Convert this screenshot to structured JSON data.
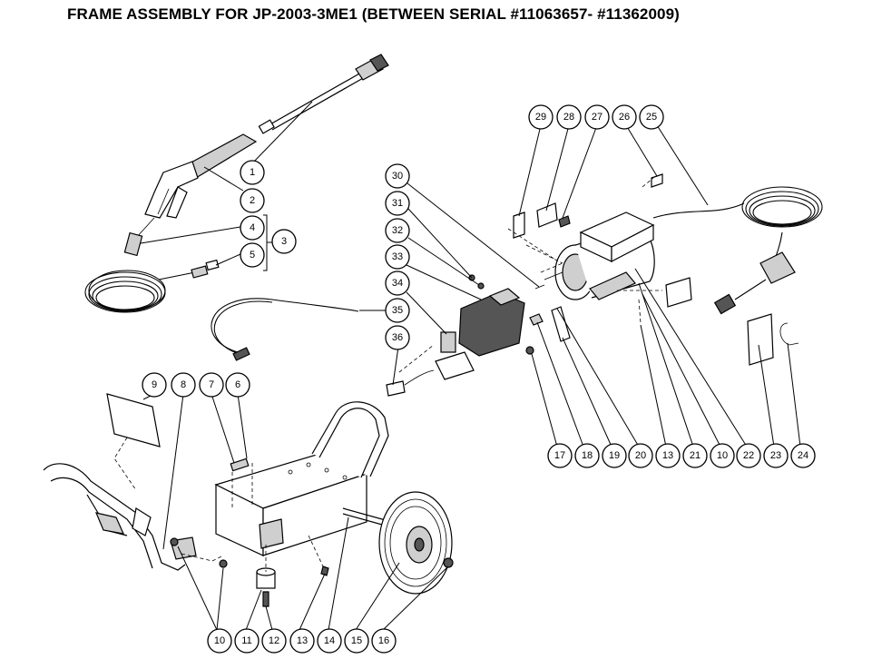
{
  "title": "FRAME ASSEMBLY FOR JP-2003-3ME1 (BETWEEN SERIAL #11063657- #11362009)",
  "callouts": {
    "c1": "1",
    "c2": "2",
    "c3": "3",
    "c4": "4",
    "c5": "5",
    "c6": "6",
    "c7": "7",
    "c8": "8",
    "c9": "9",
    "c10a": "10",
    "c10b": "10",
    "c11": "11",
    "c12": "12",
    "c13a": "13",
    "c13b": "13",
    "c14": "14",
    "c15": "15",
    "c16": "16",
    "c17": "17",
    "c18": "18",
    "c19": "19",
    "c20": "20",
    "c21": "21",
    "c22": "22",
    "c23": "23",
    "c24": "24",
    "c25": "25",
    "c26": "26",
    "c27": "27",
    "c28": "28",
    "c29": "29",
    "c30": "30",
    "c31": "31",
    "c32": "32",
    "c33": "33",
    "c34": "34",
    "c35": "35",
    "c36": "36"
  }
}
